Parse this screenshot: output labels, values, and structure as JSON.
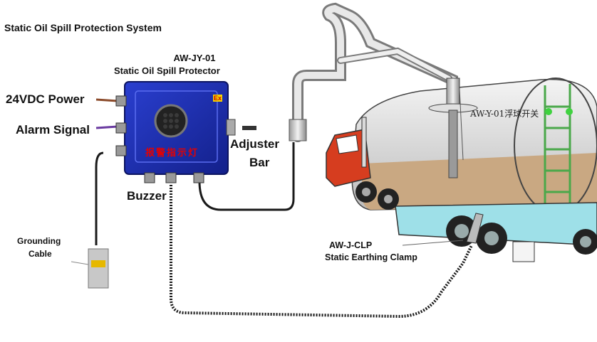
{
  "title": "Static Oil Spill Protection System",
  "protector": {
    "model": "AW-JY-01",
    "name": "Static Oil Spill Protector",
    "panel_text": "报警指示灯",
    "ex_mark": "Ex"
  },
  "labels": {
    "power": "24VDC Power",
    "alarm": "Alarm Signal",
    "adjuster_line1": "Adjuster",
    "adjuster_line2": "Bar",
    "buzzer": "Buzzer",
    "grounding_line1": "Grounding",
    "grounding_line2": "Cable"
  },
  "clamp": {
    "model": "AW-J-CLP",
    "name": "Static Earthing Clamp"
  },
  "float_switch": "AW-Y-01浮球开关",
  "colors": {
    "box": "#1d2fb4",
    "cab": "#d63d1f",
    "tank_band": "#9ee0e8",
    "oil": "#c9a882",
    "wire": "#1a1a1a"
  }
}
